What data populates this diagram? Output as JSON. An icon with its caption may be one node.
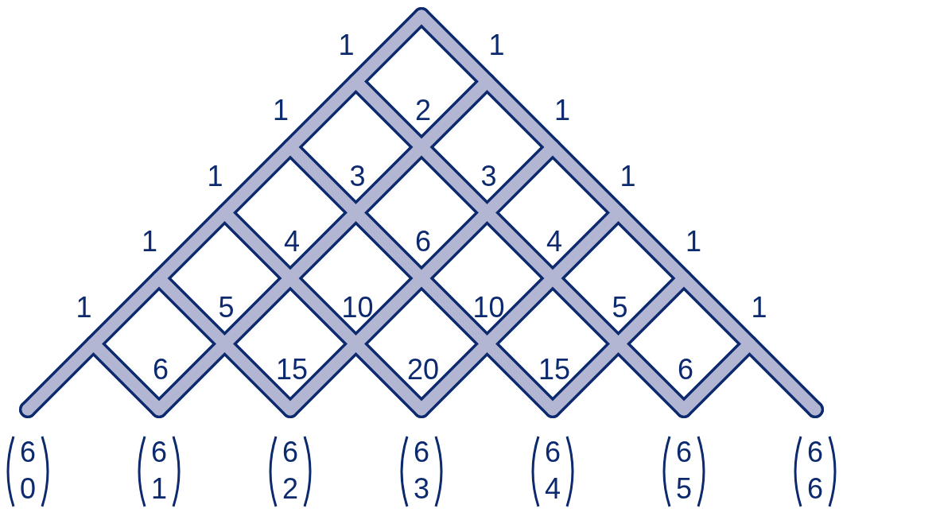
{
  "diagram": {
    "labels": [
      "1",
      "1",
      "1",
      "2",
      "1",
      "1",
      "3",
      "3",
      "1",
      "1",
      "4",
      "6",
      "4",
      "1",
      "1",
      "5",
      "10",
      "10",
      "5",
      "1",
      "6",
      "15",
      "20",
      "15",
      "6",
      "6 0",
      "6 1",
      "6 2",
      "6 3",
      "6 4",
      "6 5",
      "6 6"
    ]
  }
}
